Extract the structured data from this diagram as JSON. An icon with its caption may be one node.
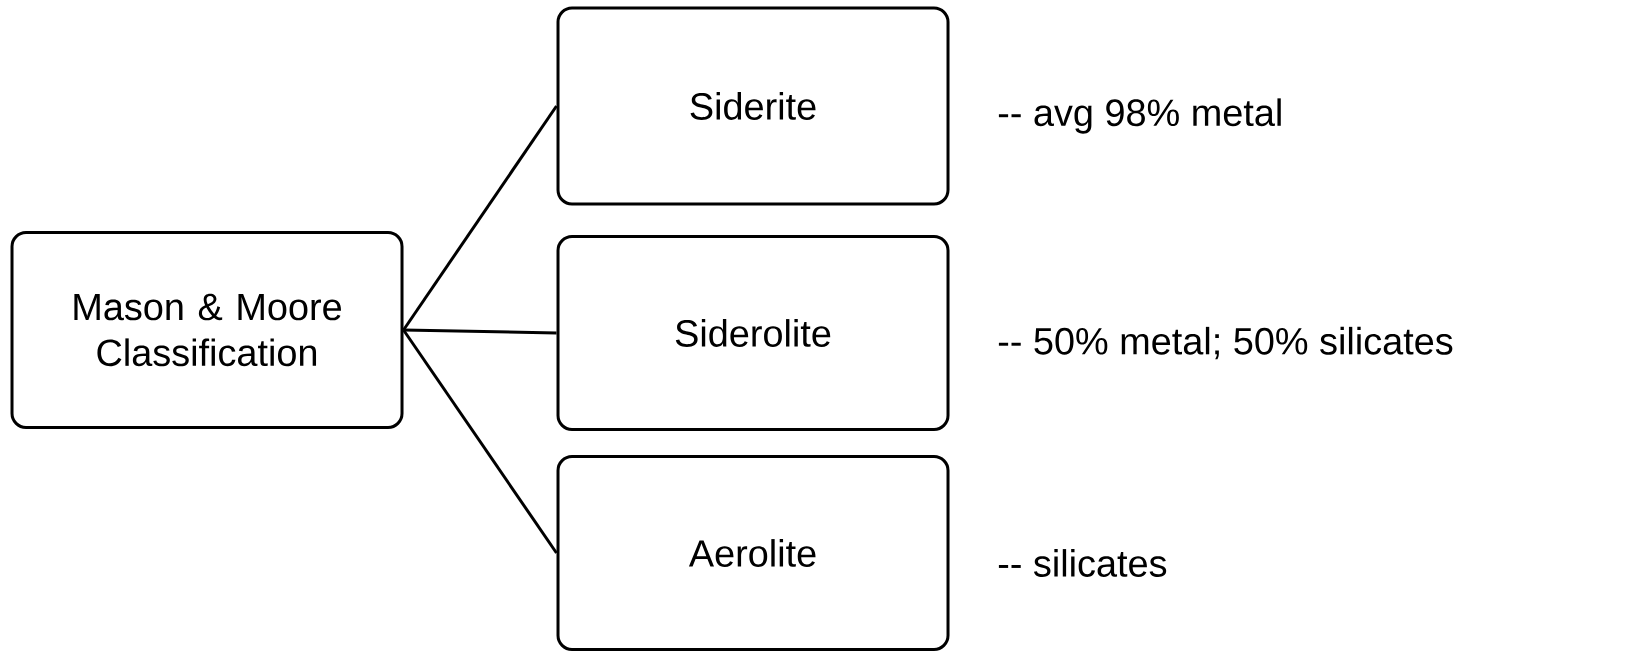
{
  "diagram": {
    "nodes": [
      {
        "text": [
          "Mason & Moore Classification"
        ]
      },
      {
        "text": [
          "Siderite"
        ],
        "beside": [
          "-- avg 98% metal"
        ]
      },
      {
        "text": [
          "Siderolite"
        ],
        "beside": [
          "-- 50% metal; 50% silicates"
        ]
      },
      {
        "text": [
          "Aerolite"
        ],
        "beside": [
          "-- silicates"
        ]
      }
    ],
    "edges": [
      {
        "from": 0,
        "to": 1,
        "arrow": "none"
      },
      {
        "from": 0,
        "to": 2,
        "arrow": "none"
      },
      {
        "from": 0,
        "to": 3,
        "arrow": "none"
      }
    ]
  }
}
